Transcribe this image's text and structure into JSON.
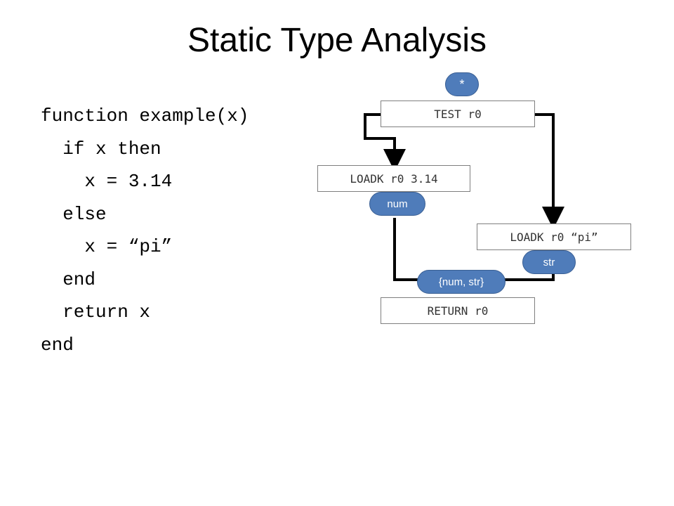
{
  "slide": {
    "title": "Static Type Analysis"
  },
  "code_lines": [
    "function example(x)",
    "  if x then",
    "    x = 3.14",
    "  else",
    "    x = “pi”",
    "  end",
    "  return x",
    "end"
  ],
  "diagram": {
    "nodes": {
      "test": "TEST r0",
      "loadk_num": "LOADK r0 3.14",
      "loadk_str": "LOADK r0 “pi”",
      "ret": "RETURN r0"
    },
    "type_labels": {
      "entry": "*",
      "num": "num",
      "str": "str",
      "merged": "{num, str}"
    },
    "colors": {
      "pill_fill": "#4f7cba",
      "pill_border": "#3a5f93",
      "edge": "#000000",
      "node_border": "#7f7f7f"
    }
  }
}
